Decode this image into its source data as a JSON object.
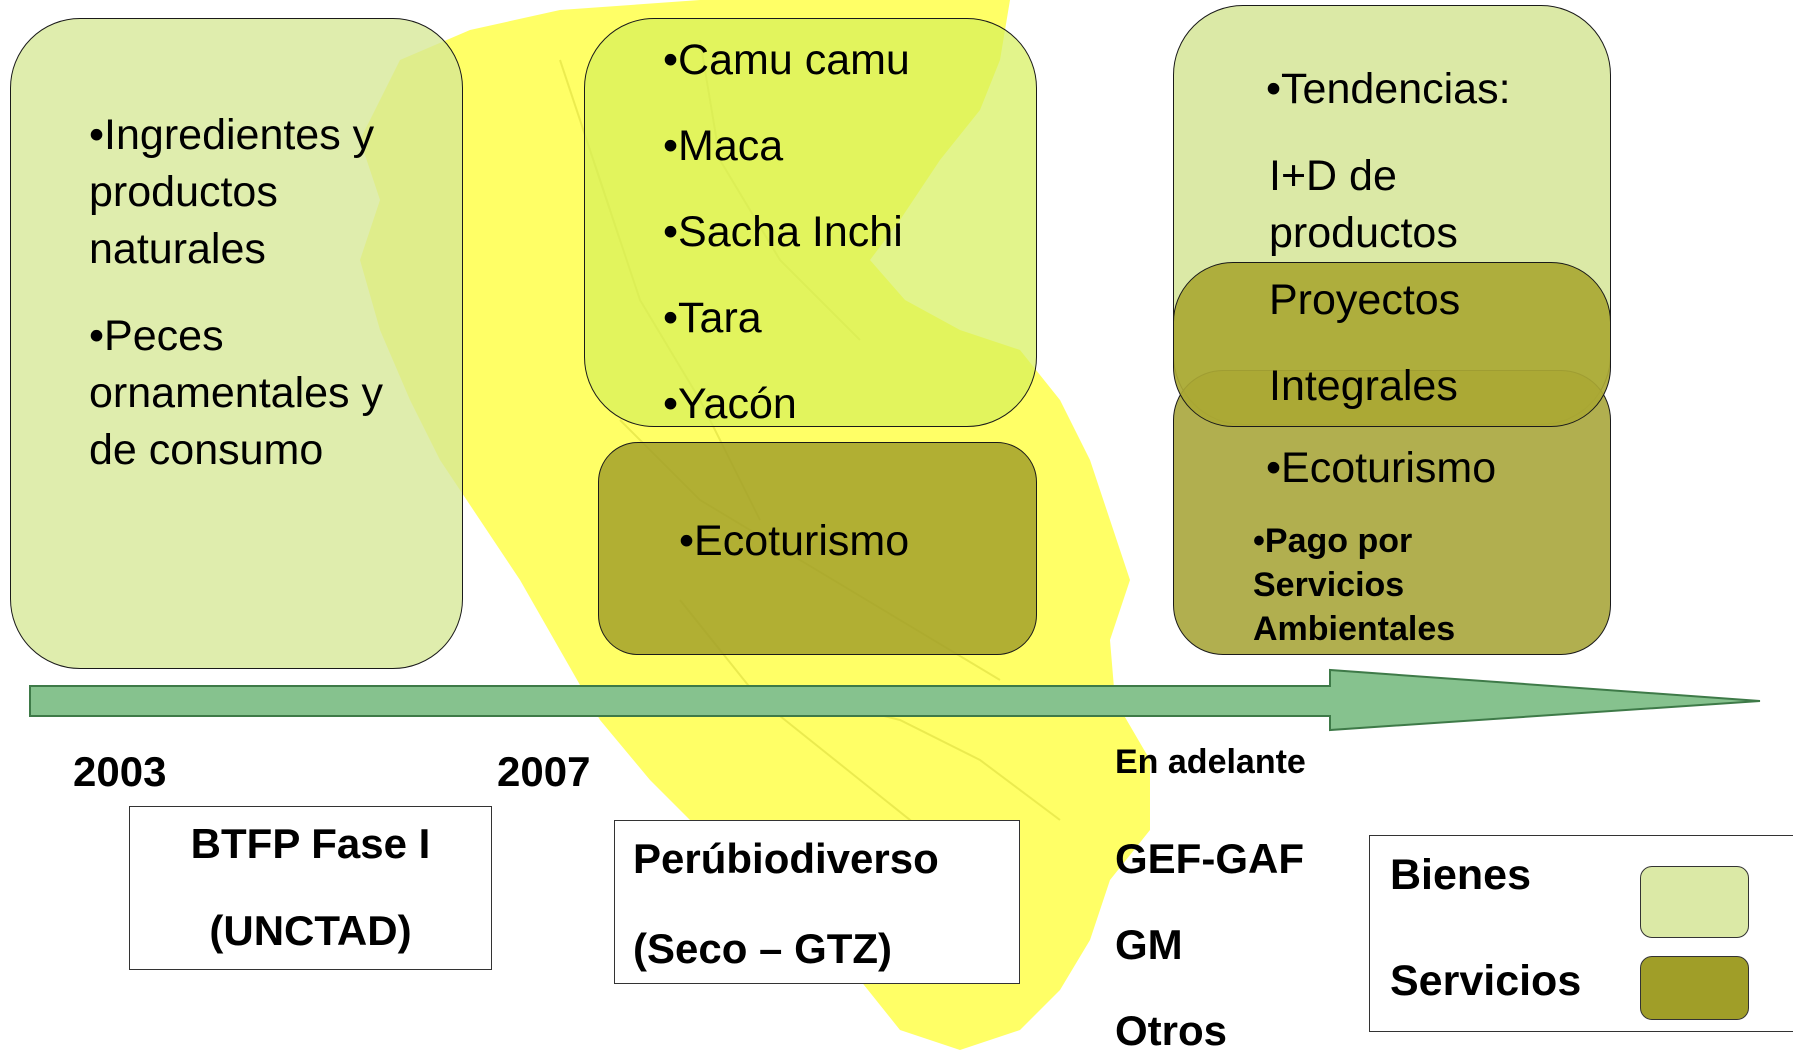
{
  "boxes": {
    "first": {
      "item1": "•Ingredientes y productos naturales",
      "item2": "•Peces ornamentales y de consumo"
    },
    "second_goods": [
      "•Camu camu",
      "•Maca",
      "•Sacha Inchi",
      "•Tara",
      "•Yacón"
    ],
    "second_services": "•Ecoturismo",
    "third_goods": {
      "heading": "•Tendencias:",
      "line1": "I+D de productos"
    },
    "third_mixed": [
      "Proyectos",
      "Integrales"
    ],
    "third_services": {
      "item1": "•Ecoturismo",
      "item2": "•Pago por Servicios Ambientales"
    }
  },
  "timeline": {
    "year1": "2003",
    "year2": "2007",
    "year3": "En adelante"
  },
  "programs": {
    "p1": [
      "BTFP Fase I",
      "(UNCTAD)"
    ],
    "p2": [
      "Perúbiodiverso",
      "(Seco – GTZ)"
    ],
    "p3": [
      "GEF-GAF",
      "GM",
      "Otros"
    ]
  },
  "legend": {
    "goods_label": "Bienes",
    "services_label": "Servicios",
    "goods_color": "#dbe9a6",
    "services_color": "#a09e28"
  },
  "colors": {
    "map": "#ffff66",
    "arrow": "#86c28e"
  }
}
